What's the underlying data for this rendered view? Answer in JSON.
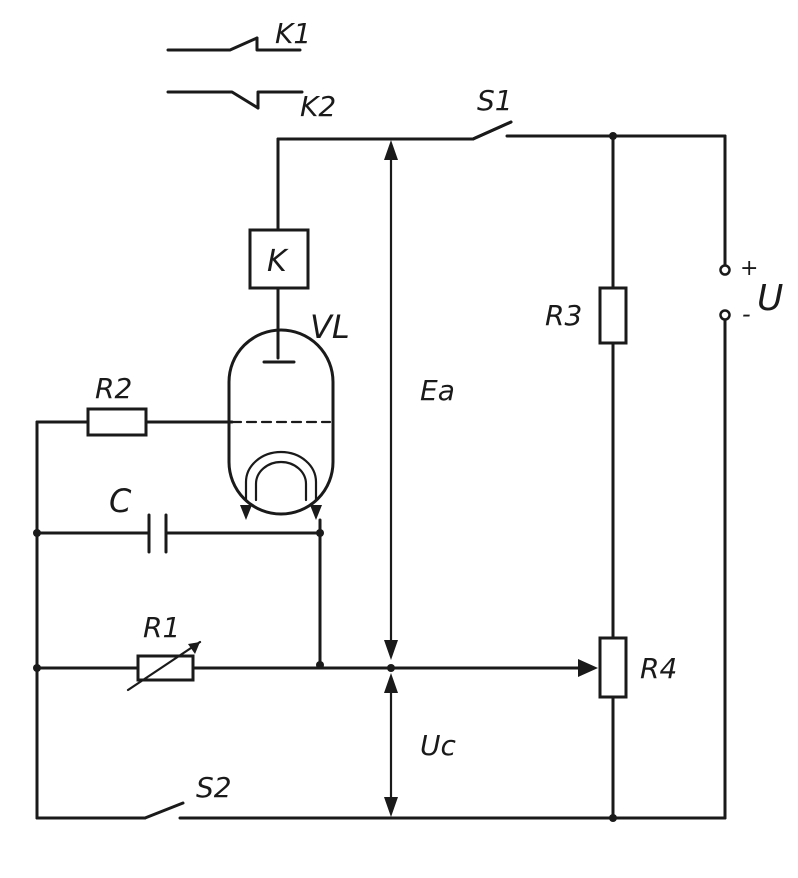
{
  "diagram": {
    "labels": {
      "k1": "K1",
      "k2": "K2",
      "s1": "S1",
      "s2": "S2",
      "relay": "K",
      "tube": "VL",
      "r1": "R1",
      "r2": "R2",
      "r3": "R3",
      "r4": "R4",
      "capacitor": "C",
      "ea": "Ea",
      "uc": "Uc",
      "supply": "U",
      "plus": "+",
      "minus": "-"
    }
  }
}
